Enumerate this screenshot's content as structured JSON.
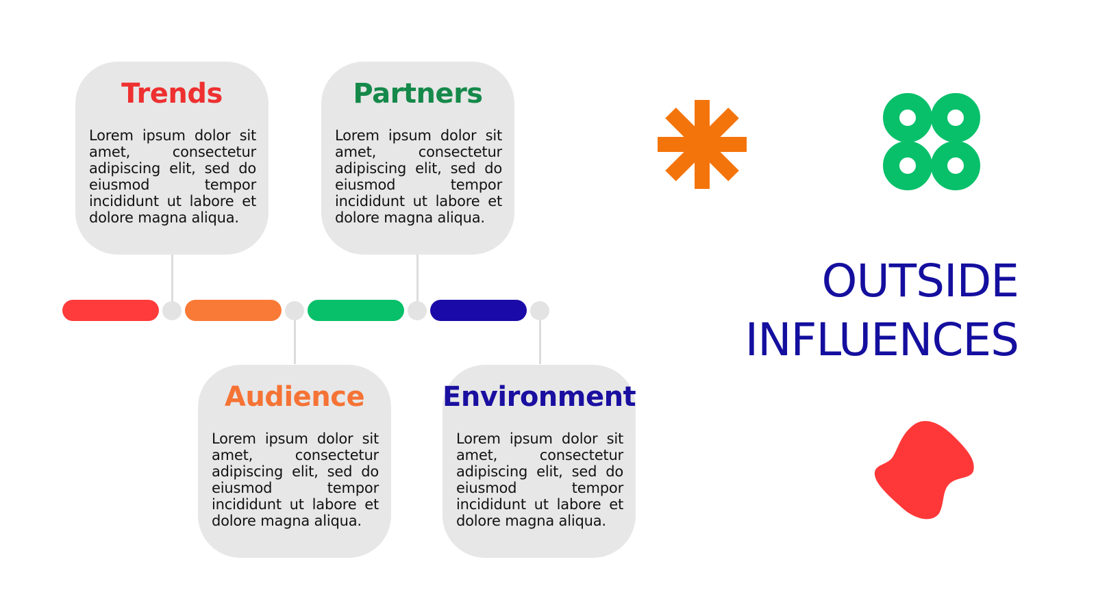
{
  "headline": {
    "line1": "OUTSIDE",
    "line2": "INFLUENCES",
    "color": "#140f9e"
  },
  "cards": {
    "trends": {
      "title": "Trends",
      "body": "Lorem ipsum dolor sit amet, consectetur adipiscing elit, sed do eiusmod tempor incididunt ut labore et dolore magna aliqua.",
      "color": "#ee3030"
    },
    "partners": {
      "title": "Partners",
      "body": "Lorem ipsum dolor sit amet, consectetur adipiscing elit, sed do eiusmod tempor incididunt ut labore et dolore magna aliqua.",
      "color": "#15894a"
    },
    "audience": {
      "title": "Audience",
      "body": "Lorem ipsum dolor sit amet, consectetur adipiscing elit, sed do eiusmod tempor incididunt ut labore et dolore magna aliqua.",
      "color": "#f57335"
    },
    "environment": {
      "title": "Environment",
      "body": "Lorem ipsum dolor sit amet, consectetur adipiscing elit, sed do eiusmod tempor incididunt ut labore et dolore magna aliqua.",
      "color": "#1a0fa0"
    }
  },
  "timeline": {
    "segment_colors": [
      "#ff3b3b",
      "#f97a36",
      "#08c06a",
      "#1a0aa8"
    ],
    "node_color": "#e3e3e3"
  },
  "decorations": {
    "asterisk": {
      "icon": "asterisk-icon",
      "color": "#f4740c"
    },
    "rings": {
      "icon": "four-rings-icon",
      "color": "#08c06a"
    },
    "blob": {
      "icon": "red-blob-shape",
      "color": "#fe3838"
    }
  }
}
